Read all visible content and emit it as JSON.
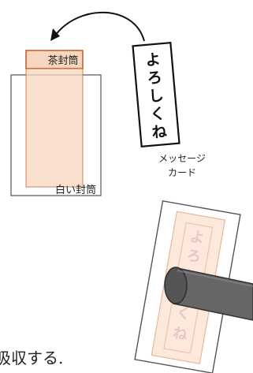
{
  "labels": {
    "brown_envelope": "茶封筒",
    "white_envelope": "白い封筒",
    "message_card_line1": "メッセージ",
    "message_card_line2": "カード",
    "card_text": [
      "よ",
      "ろ",
      "し",
      "く",
      "ね"
    ],
    "faded_text": [
      "よ",
      "ろ",
      "く",
      "ね"
    ],
    "bottom_caption": "吸収する."
  },
  "colors": {
    "brown_fill": "#f7d6bf",
    "brown_stroke": "#c05a24",
    "outline": "#555555",
    "roller": "#666666",
    "roller_dark": "#3f3f3f",
    "faded_text": "#e6c7c7"
  }
}
